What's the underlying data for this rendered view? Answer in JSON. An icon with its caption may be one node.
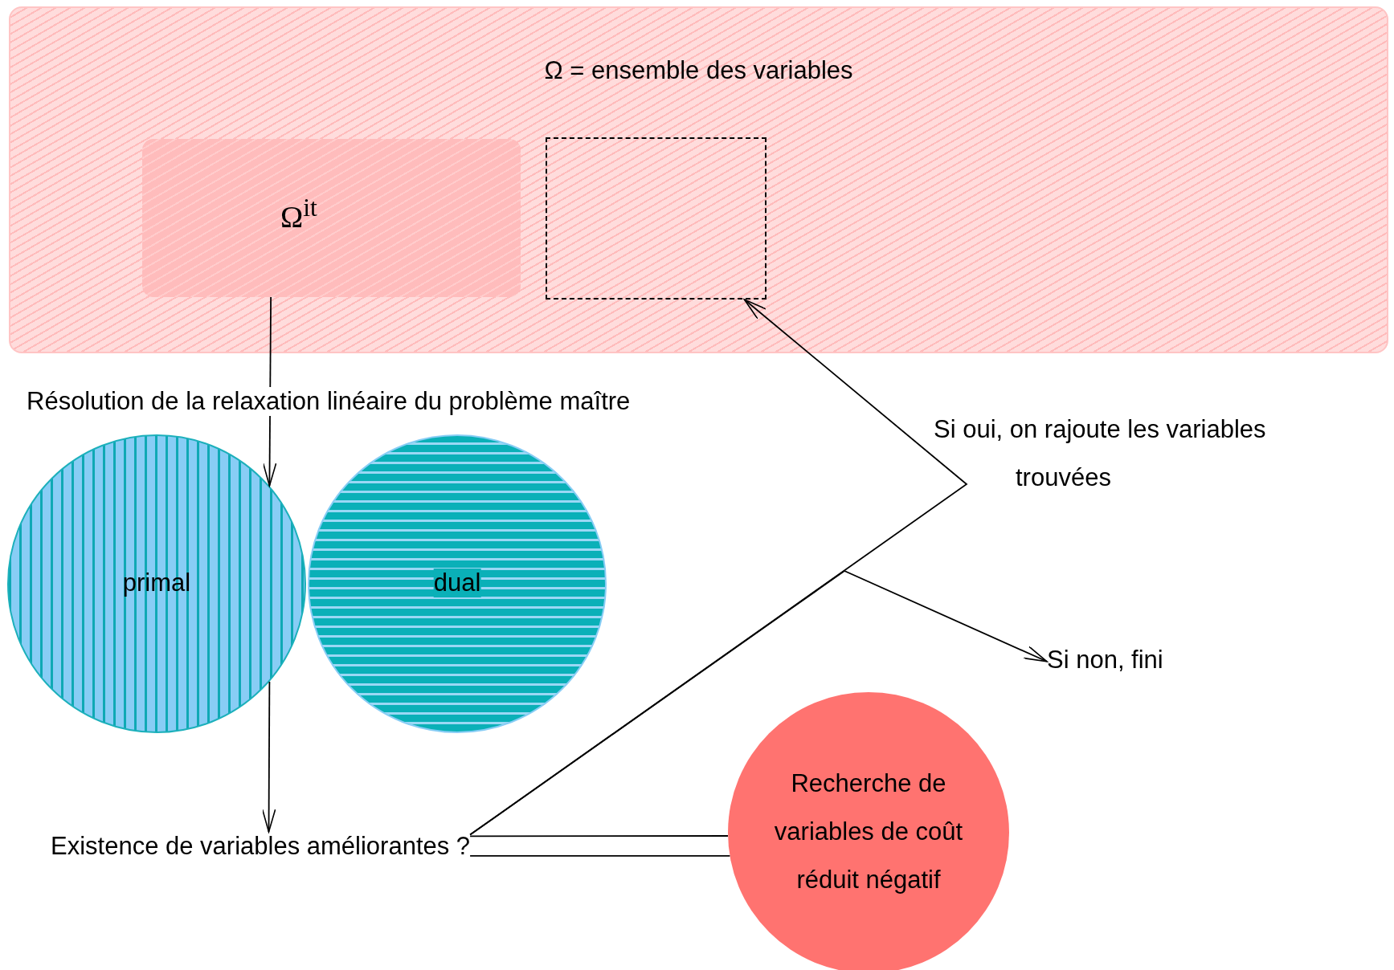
{
  "diagram": {
    "nodes": [
      {
        "text": [
          "Ω = ensemble des variables"
        ]
      },
      {
        "text": [
          "Ω$^{it}$"
        ],
        "in": 0
      },
      {
        "text": [],
        "shape": "box",
        "in": 0
      },
      {
        "text": [
          "primal"
        ]
      },
      {
        "text": [
          "dual"
        ]
      },
      {
        "text": [
          "Existence de variables améliorantes ?"
        ]
      },
      {
        "text": [
          "Si non, fini"
        ]
      },
      {
        "text": [
          "Recherche de variables de coût réduit négatif"
        ]
      }
    ],
    "edges": [
      {
        "from": 1,
        "to": 3,
        "arrow": "to",
        "label": "Résolution de la relaxation linéaire du problème maître"
      },
      {
        "from": 3,
        "to": 5,
        "arrow": "to"
      },
      {
        "from": 5,
        "to": 2,
        "arrow": "to",
        "label": "Si oui, on rajoute les variables trouvées"
      },
      {
        "from": 5,
        "to": 6,
        "arrow": "to"
      },
      {
        "from": 5,
        "to": 7,
        "arrow": "none"
      }
    ]
  }
}
